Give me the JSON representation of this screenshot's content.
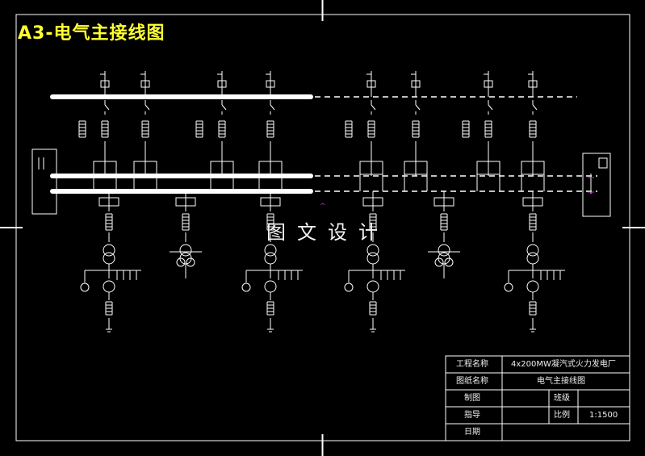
{
  "drawing_title": "A3-电气主接线图",
  "watermark": "图文设计",
  "title_block": {
    "project_label": "工程名称",
    "project_value": "4x200MW凝汽式火力发电厂",
    "drawing_label": "图纸名称",
    "drawing_value": "电气主接线图",
    "drawn_label": "制图",
    "grade_label": "班级",
    "advisor_label": "指导",
    "scale_label": "比例",
    "scale_value": "1:1500",
    "date_label": "日期"
  },
  "colors": {
    "background": "#000000",
    "lines": "#ffffff",
    "busbar": "#ffffff",
    "title": "#ffff33",
    "marker": "#cc33cc"
  }
}
